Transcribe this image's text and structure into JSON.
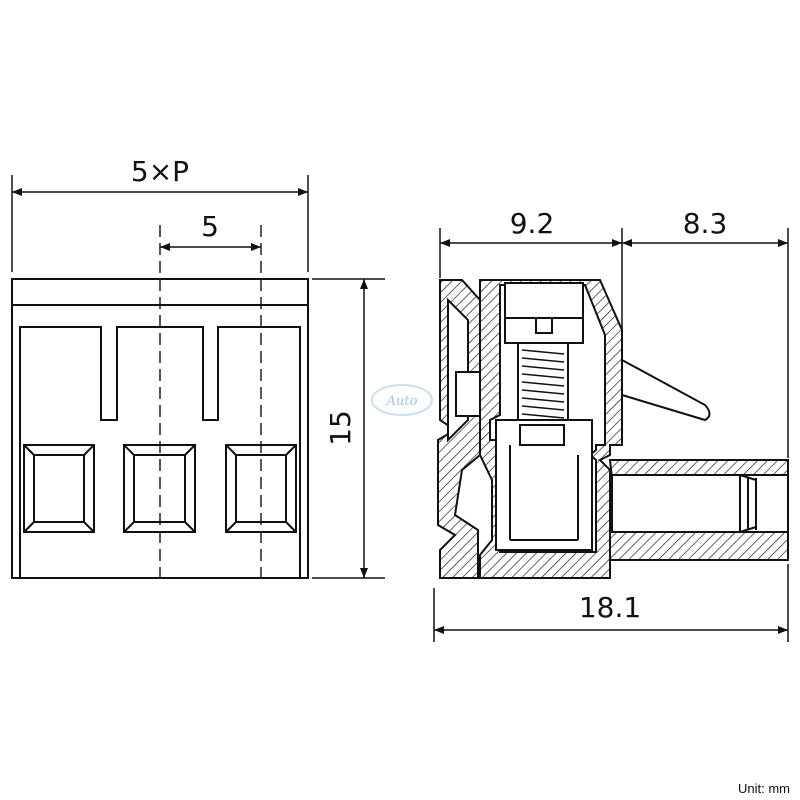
{
  "front_view": {
    "total_width_label": "5×P",
    "pitch_label": "5",
    "height_label": "15"
  },
  "side_view": {
    "top_left_label": "9.2",
    "top_right_label": "8.3",
    "overall_label": "18.1"
  },
  "watermark": "Auto",
  "unit_note": "Unit: mm"
}
